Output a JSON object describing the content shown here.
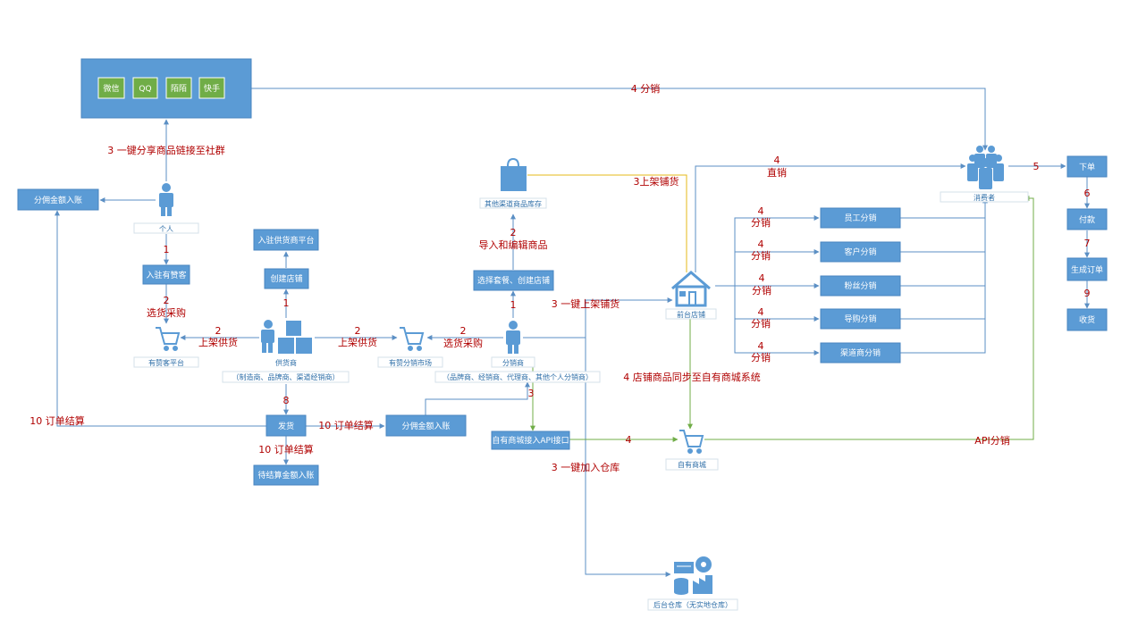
{
  "boxes": {
    "social_weixin": "微信",
    "social_qq": "QQ",
    "social_momo": "陌陌",
    "social_kuaishou": "快手",
    "commission_in_left": "分佣金额入账",
    "join_youzanke": "入驻有赞客",
    "join_supplier_platform": "入驻供货商平台",
    "create_store_supplier": "创建店铺",
    "select_package": "选择套餐、创建店铺",
    "staff_dist": "员工分销",
    "customer_dist": "客户分销",
    "fan_dist": "粉丝分销",
    "guide_dist": "导购分销",
    "channel_dist": "渠道商分销",
    "order": "下单",
    "pay": "付款",
    "gen_order": "生成订单",
    "receive": "收货",
    "ship": "发货",
    "commission_in_mid": "分佣金额入账",
    "pending_settle": "待结算金额入账",
    "own_mall_api": "自有商城接入API接口"
  },
  "captions": {
    "individual": "个人",
    "youzanke_platform": "有赞客平台",
    "supplier": "供货商",
    "supplier_types": "（制造商、品牌商、渠道经销商）",
    "youzan_market": "有赞分销市场",
    "distributor": "分销商",
    "distributor_types": "（品牌商、经销商、代理商、其他个人分销商）",
    "other_inventory": "其他渠道商品库存",
    "front_store": "前台店铺",
    "consumer": "消费者",
    "own_mall": "自有商城",
    "warehouse": "后台仓库（无实地仓库）"
  },
  "labels": {
    "share_to_social": "3 一键分享商品链接至社群",
    "dist_top": "4 分销",
    "direct_n": "4",
    "direct_t": "直销",
    "list_stock_other": "3上架铺货",
    "n5": "5",
    "n6": "6",
    "n7": "7",
    "n9": "9",
    "n1_individual": "1",
    "n2_youzanke": "2",
    "select_purchase_left": "选货采购",
    "n2_supplier_left": "2",
    "list_supply_left": "上架供货",
    "n1_supplier": "1",
    "n2_supplier_right": "2",
    "list_supply_right": "上架供货",
    "n2_dist": "2",
    "select_purchase_right": "选货采购",
    "n2_import": "2",
    "import_edit": "导入和编辑商品",
    "n1_dist": "1",
    "one_click_list": "3 一键上架铺货",
    "d1_n": "4",
    "d1_t": "分销",
    "d2_n": "4",
    "d2_t": "分销",
    "d3_n": "4",
    "d3_t": "分销",
    "d4_n": "4",
    "d4_t": "分销",
    "d5_n": "4",
    "d5_t": "分销",
    "sync_mall": "4 店铺商品同步至自有商城系统",
    "n3_api": "3",
    "n4_api": "4",
    "api_dist": "API分销",
    "settle_left": "10 订单结算",
    "n8": "8",
    "settle_mid": "10 订单结算",
    "settle_bottom": "10 订单结算",
    "one_click_warehouse": "3 一键加入仓库"
  },
  "colors": {
    "box_fill": "#5b9bd5",
    "social_fill": "#70ad47",
    "line_blue": "#5b8fc4",
    "line_yellow": "#e6b818",
    "line_green": "#70ad47",
    "label_red": "#b00000"
  }
}
